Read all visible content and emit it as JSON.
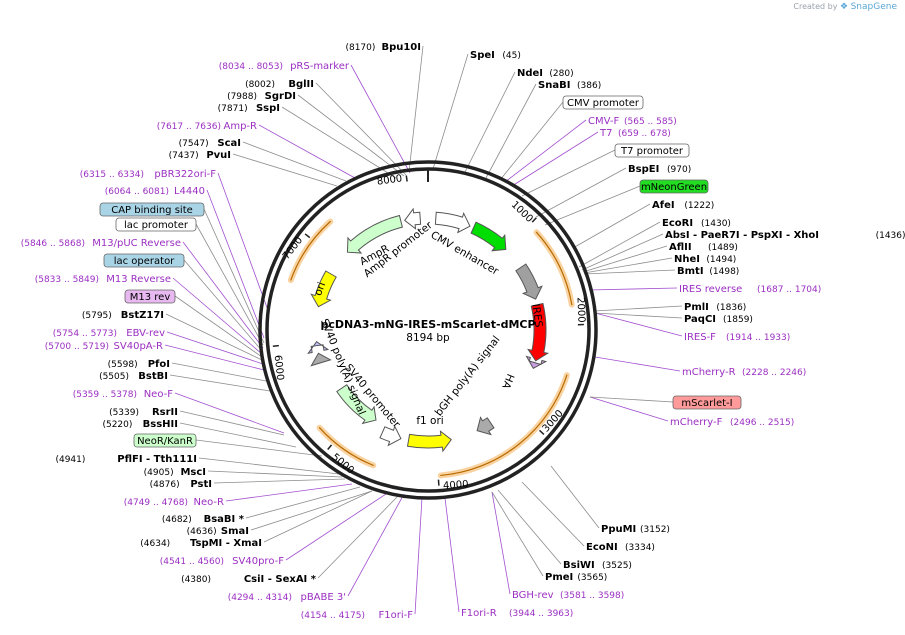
{
  "credit": {
    "prefix": "Created by",
    "brand": "SnapGene"
  },
  "plasmid": {
    "name": "pcDNA3-mNG-IRES-mScarlet-dMCP",
    "size": "8194 bp"
  },
  "ring_ticks": [
    "1000",
    "2000",
    "3000",
    "4000",
    "5000",
    "6000",
    "7000",
    "8000"
  ],
  "features": [
    {
      "name": "CMV enhancer",
      "color": "#ffffff"
    },
    {
      "name": "",
      "color": "#00dd00"
    },
    {
      "name": "IRES",
      "color": "#a0a0a0"
    },
    {
      "name": "HA",
      "color": "#ff0000"
    },
    {
      "name": "bGH poly(A) signal",
      "color": "#ffffff"
    },
    {
      "name": "f1 ori",
      "color": "#ffff00"
    },
    {
      "name": "SV40 promoter",
      "color": "#ccffcc"
    },
    {
      "name": "SV40 poly(A) signal",
      "color": "#ffffff"
    },
    {
      "name": "ori",
      "color": "#ffff00"
    },
    {
      "name": "AmpR",
      "color": "#ccffcc"
    },
    {
      "name": "AmpR promoter",
      "color": "#ffffff"
    }
  ],
  "labels": [
    {
      "pos": "(8170)",
      "name": "Bpu10I",
      "kind": "enzyme"
    },
    {
      "pos": "(8034 .. 8053)",
      "name": "pRS-marker",
      "kind": "primer"
    },
    {
      "pos": "(8002)",
      "name": "BglII",
      "kind": "enzyme"
    },
    {
      "pos": "(7988)",
      "name": "SgrDI",
      "kind": "enzyme"
    },
    {
      "pos": "(7871)",
      "name": "SspI",
      "kind": "enzyme"
    },
    {
      "pos": "(7617 .. 7636)",
      "name": "Amp-R",
      "kind": "primer"
    },
    {
      "pos": "(7547)",
      "name": "ScaI",
      "kind": "enzyme"
    },
    {
      "pos": "(7437)",
      "name": "PvuI",
      "kind": "enzyme"
    },
    {
      "pos": "(6315 .. 6334)",
      "name": "pBR322ori-F",
      "kind": "primer"
    },
    {
      "pos": "(6064 .. 6081)",
      "name": "L4440",
      "kind": "primer"
    },
    {
      "pos": "",
      "name": "CAP binding site",
      "kind": "box",
      "fill": "#a8d4e6"
    },
    {
      "pos": "",
      "name": "lac promoter",
      "kind": "box",
      "fill": "#ffffff"
    },
    {
      "pos": "(5846 .. 5868)",
      "name": "M13/pUC Reverse",
      "kind": "primer"
    },
    {
      "pos": "",
      "name": "lac operator",
      "kind": "box",
      "fill": "#a8d4e6"
    },
    {
      "pos": "(5833 .. 5849)",
      "name": "M13 Reverse",
      "kind": "primer"
    },
    {
      "pos": "",
      "name": "M13 rev",
      "kind": "box",
      "fill": "#e8b8f0"
    },
    {
      "pos": "(5795)",
      "name": "BstZ17I",
      "kind": "enzyme"
    },
    {
      "pos": "(5754 .. 5773)",
      "name": "EBV-rev",
      "kind": "primer"
    },
    {
      "pos": "(5700 .. 5719)",
      "name": "SV40pA-R",
      "kind": "primer"
    },
    {
      "pos": "(5598)",
      "name": "PfoI",
      "kind": "enzyme"
    },
    {
      "pos": "(5505)",
      "name": "BstBI",
      "kind": "enzyme"
    },
    {
      "pos": "(5359 .. 5378)",
      "name": "Neo-F",
      "kind": "primer"
    },
    {
      "pos": "(5339)",
      "name": "RsrII",
      "kind": "enzyme"
    },
    {
      "pos": "(5220)",
      "name": "BssHII",
      "kind": "enzyme"
    },
    {
      "pos": "",
      "name": "NeoR/KanR",
      "kind": "box",
      "fill": "#ccffcc"
    },
    {
      "pos": "(4941)",
      "name": "PflFI  - Tth111I",
      "kind": "enzyme"
    },
    {
      "pos": "(4905)",
      "name": "MscI",
      "kind": "enzyme"
    },
    {
      "pos": "(4876)",
      "name": "PstI",
      "kind": "enzyme"
    },
    {
      "pos": "(4749 .. 4768)",
      "name": "Neo-R",
      "kind": "primer"
    },
    {
      "pos": "(4682)",
      "name": "BsaBI *",
      "kind": "enzyme"
    },
    {
      "pos": "(4636)",
      "name": "SmaI",
      "kind": "enzyme"
    },
    {
      "pos": "(4634)",
      "name": "TspMI  - XmaI",
      "kind": "enzyme"
    },
    {
      "pos": "(4541 .. 4560)",
      "name": "SV40pro-F",
      "kind": "primer"
    },
    {
      "pos": "(4380)",
      "name": "CsiI  - SexAI *",
      "kind": "enzyme"
    },
    {
      "pos": "(4294 .. 4314)",
      "name": "pBABE 3'",
      "kind": "primer"
    },
    {
      "pos": "(4154 .. 4175)",
      "name": "F1ori-F",
      "kind": "primer"
    },
    {
      "pos": "(3944 .. 3963)",
      "name": "F1ori-R",
      "kind": "primer"
    },
    {
      "pos": "(3581 .. 3598)",
      "name": "BGH-rev",
      "kind": "primer"
    },
    {
      "pos": "(3565)",
      "name": "PmeI",
      "kind": "enzyme"
    },
    {
      "pos": "(3525)",
      "name": "BsiWI",
      "kind": "enzyme"
    },
    {
      "pos": "(3334)",
      "name": "EcoNI",
      "kind": "enzyme"
    },
    {
      "pos": "(3152)",
      "name": "PpuMI",
      "kind": "enzyme"
    },
    {
      "pos": "(2496 .. 2515)",
      "name": "mCherry-F",
      "kind": "primer"
    },
    {
      "pos": "",
      "name": "mScarlet-I",
      "kind": "box",
      "fill": "#ff9a9a"
    },
    {
      "pos": "(2228 .. 2246)",
      "name": "mCherry-R",
      "kind": "primer"
    },
    {
      "pos": "(1914 .. 1933)",
      "name": "IRES-F",
      "kind": "primer"
    },
    {
      "pos": "(1859)",
      "name": "PaqCI",
      "kind": "enzyme"
    },
    {
      "pos": "(1836)",
      "name": "PmlI",
      "kind": "enzyme"
    },
    {
      "pos": "(1687 .. 1704)",
      "name": "IRES reverse",
      "kind": "primer"
    },
    {
      "pos": "(1498)",
      "name": "BmtI",
      "kind": "enzyme"
    },
    {
      "pos": "(1494)",
      "name": "NheI",
      "kind": "enzyme"
    },
    {
      "pos": "(1489)",
      "name": "AflII",
      "kind": "enzyme"
    },
    {
      "pos": "(1436)",
      "name": "AbsI  - PaeR7I  - PspXI  - XhoI",
      "kind": "enzyme"
    },
    {
      "pos": "(1430)",
      "name": "EcoRI",
      "kind": "enzyme"
    },
    {
      "pos": "(1222)",
      "name": "AfeI",
      "kind": "enzyme"
    },
    {
      "pos": "",
      "name": "mNeonGreen",
      "kind": "box",
      "fill": "#22dd22"
    },
    {
      "pos": "(970)",
      "name": "BspEI",
      "kind": "enzyme"
    },
    {
      "pos": "",
      "name": "T7 promoter",
      "kind": "box",
      "fill": "#ffffff"
    },
    {
      "pos": "(659 .. 678)",
      "name": "T7",
      "kind": "primer"
    },
    {
      "pos": "(565 .. 585)",
      "name": "CMV-F",
      "kind": "primer"
    },
    {
      "pos": "",
      "name": "CMV promoter",
      "kind": "box",
      "fill": "#ffffff"
    },
    {
      "pos": "(386)",
      "name": "SnaBI",
      "kind": "enzyme"
    },
    {
      "pos": "(280)",
      "name": "NdeI",
      "kind": "enzyme"
    },
    {
      "pos": "(45)",
      "name": "SpeI",
      "kind": "enzyme"
    }
  ]
}
